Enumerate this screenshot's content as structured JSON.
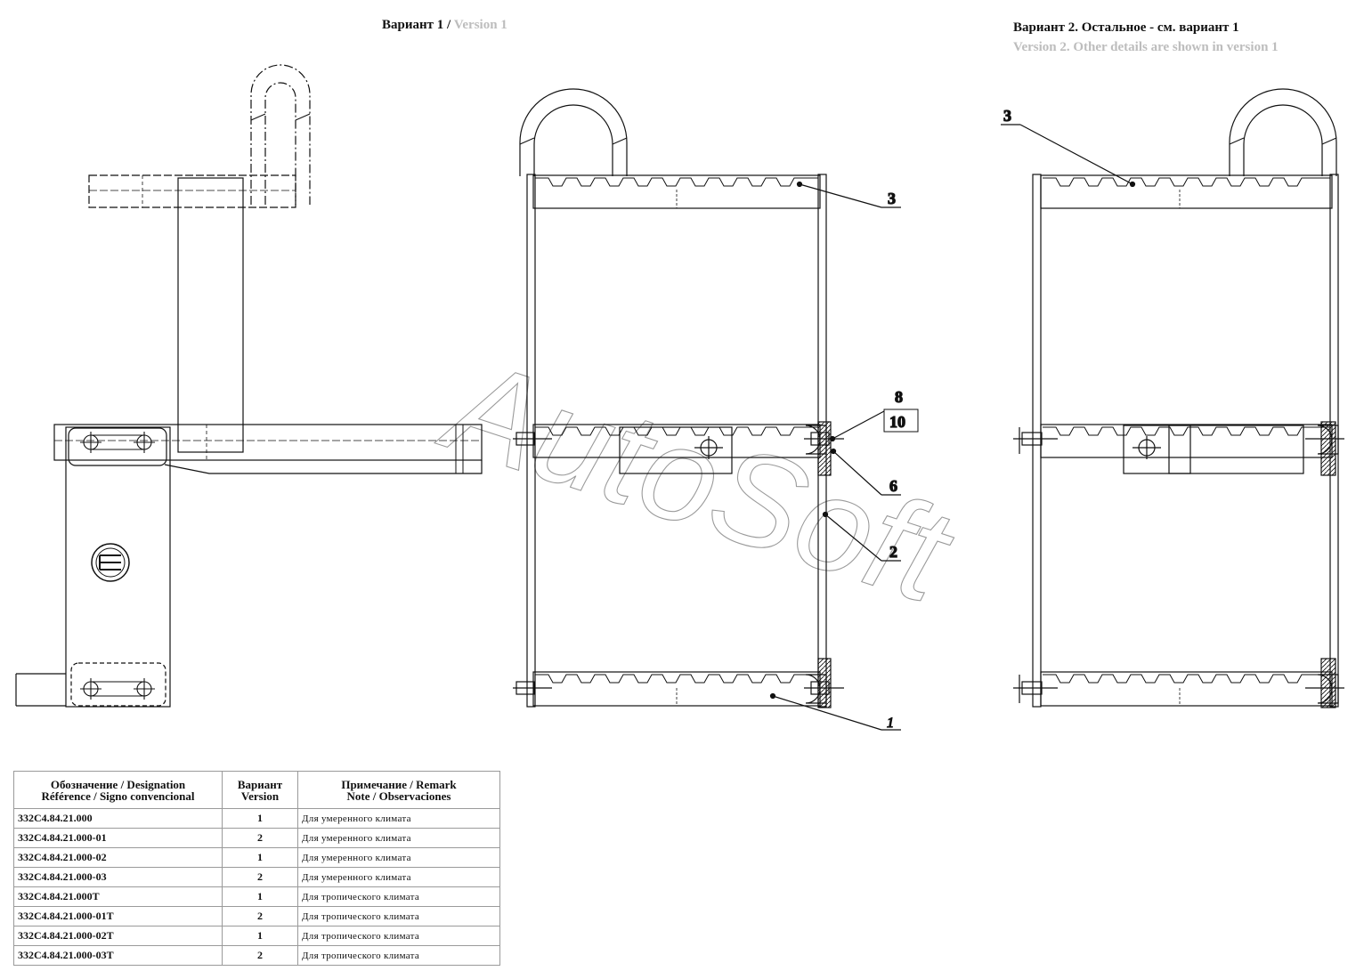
{
  "titles": {
    "v1_ru": "Вариант 1 / ",
    "v1_en": "Version 1",
    "v2_ru": "Вариант 2. Остальное - см. вариант 1",
    "v2_en": "Version 2. Other details are shown in version 1"
  },
  "callouts": {
    "c3": "3",
    "c8": "8",
    "c10": "10",
    "c6": "6",
    "c2": "2",
    "c1": "1",
    "c3b": "3"
  },
  "watermark": "AutoSoft",
  "table": {
    "headers": [
      [
        "Обозначение / Designation",
        "Référence / Signo convencional"
      ],
      [
        "Вариант",
        "Version"
      ],
      [
        "Примечание / Remark",
        "Note / Observaciones"
      ]
    ],
    "rows": [
      {
        "designation": "332С4.84.21.000",
        "version": "1",
        "note": "Для умеренного климата"
      },
      {
        "designation": "332С4.84.21.000-01",
        "version": "2",
        "note": "Для умеренного климата"
      },
      {
        "designation": "332С4.84.21.000-02",
        "version": "1",
        "note": "Для умеренного климата"
      },
      {
        "designation": "332С4.84.21.000-03",
        "version": "2",
        "note": "Для умеренного климата"
      },
      {
        "designation": "332С4.84.21.000Т",
        "version": "1",
        "note": "Для тропического климата"
      },
      {
        "designation": "332С4.84.21.000-01Т",
        "version": "2",
        "note": "Для тропического климата"
      },
      {
        "designation": "332С4.84.21.000-02Т",
        "version": "1",
        "note": "Для тропического климата"
      },
      {
        "designation": "332С4.84.21.000-03Т",
        "version": "2",
        "note": "Для тропического климата"
      }
    ]
  }
}
